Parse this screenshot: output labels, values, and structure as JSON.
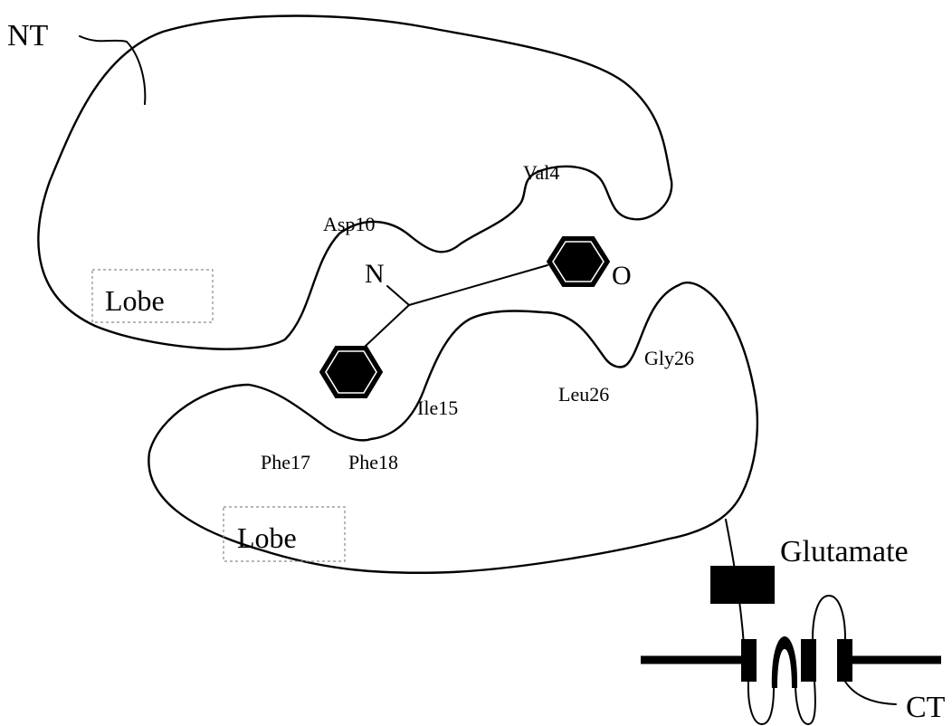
{
  "termini": {
    "n_terminus": "NT",
    "c_terminus": "CT"
  },
  "lobes": {
    "upper_label": "Lobe",
    "lower_label": "Lobe"
  },
  "residues": {
    "val4": "Val4",
    "asp10": "Asp10",
    "gly26": "Gly26",
    "leu26": "Leu26",
    "ile15": "Ile15",
    "phe17": "Phe17",
    "phe18": "Phe18"
  },
  "ligand": {
    "nitrogen": "N",
    "oxygen": "O"
  },
  "glutamate_label": "Glutamate"
}
